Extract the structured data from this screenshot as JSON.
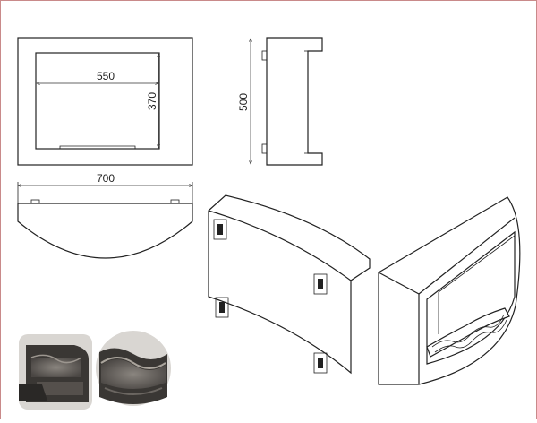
{
  "dimensions": {
    "inner_width": "550",
    "inner_height": "370",
    "overall_height": "500",
    "overall_width": "700"
  },
  "colors": {
    "border": "#c98a8a",
    "line": "#222222",
    "photo_dark": "#3a3734",
    "photo_mid": "#6b6661",
    "photo_bg": "#d9d6d2"
  },
  "icons": [
    "bracket-icon"
  ]
}
